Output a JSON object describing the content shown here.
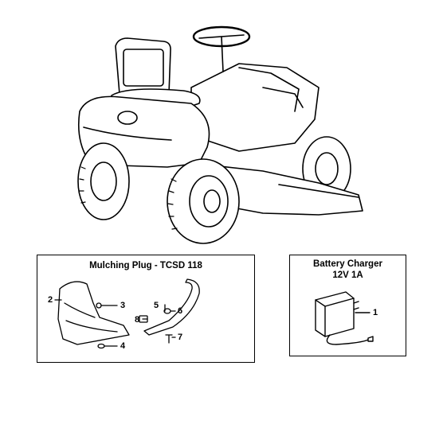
{
  "mulching_plug": {
    "title": "Mulching Plug - TCSD 118",
    "callouts": [
      "2",
      "3",
      "4",
      "5",
      "6",
      "7",
      "8"
    ]
  },
  "battery_charger": {
    "title_line1": "Battery Charger",
    "title_line2": "12V 1A",
    "callouts": [
      "1"
    ]
  }
}
